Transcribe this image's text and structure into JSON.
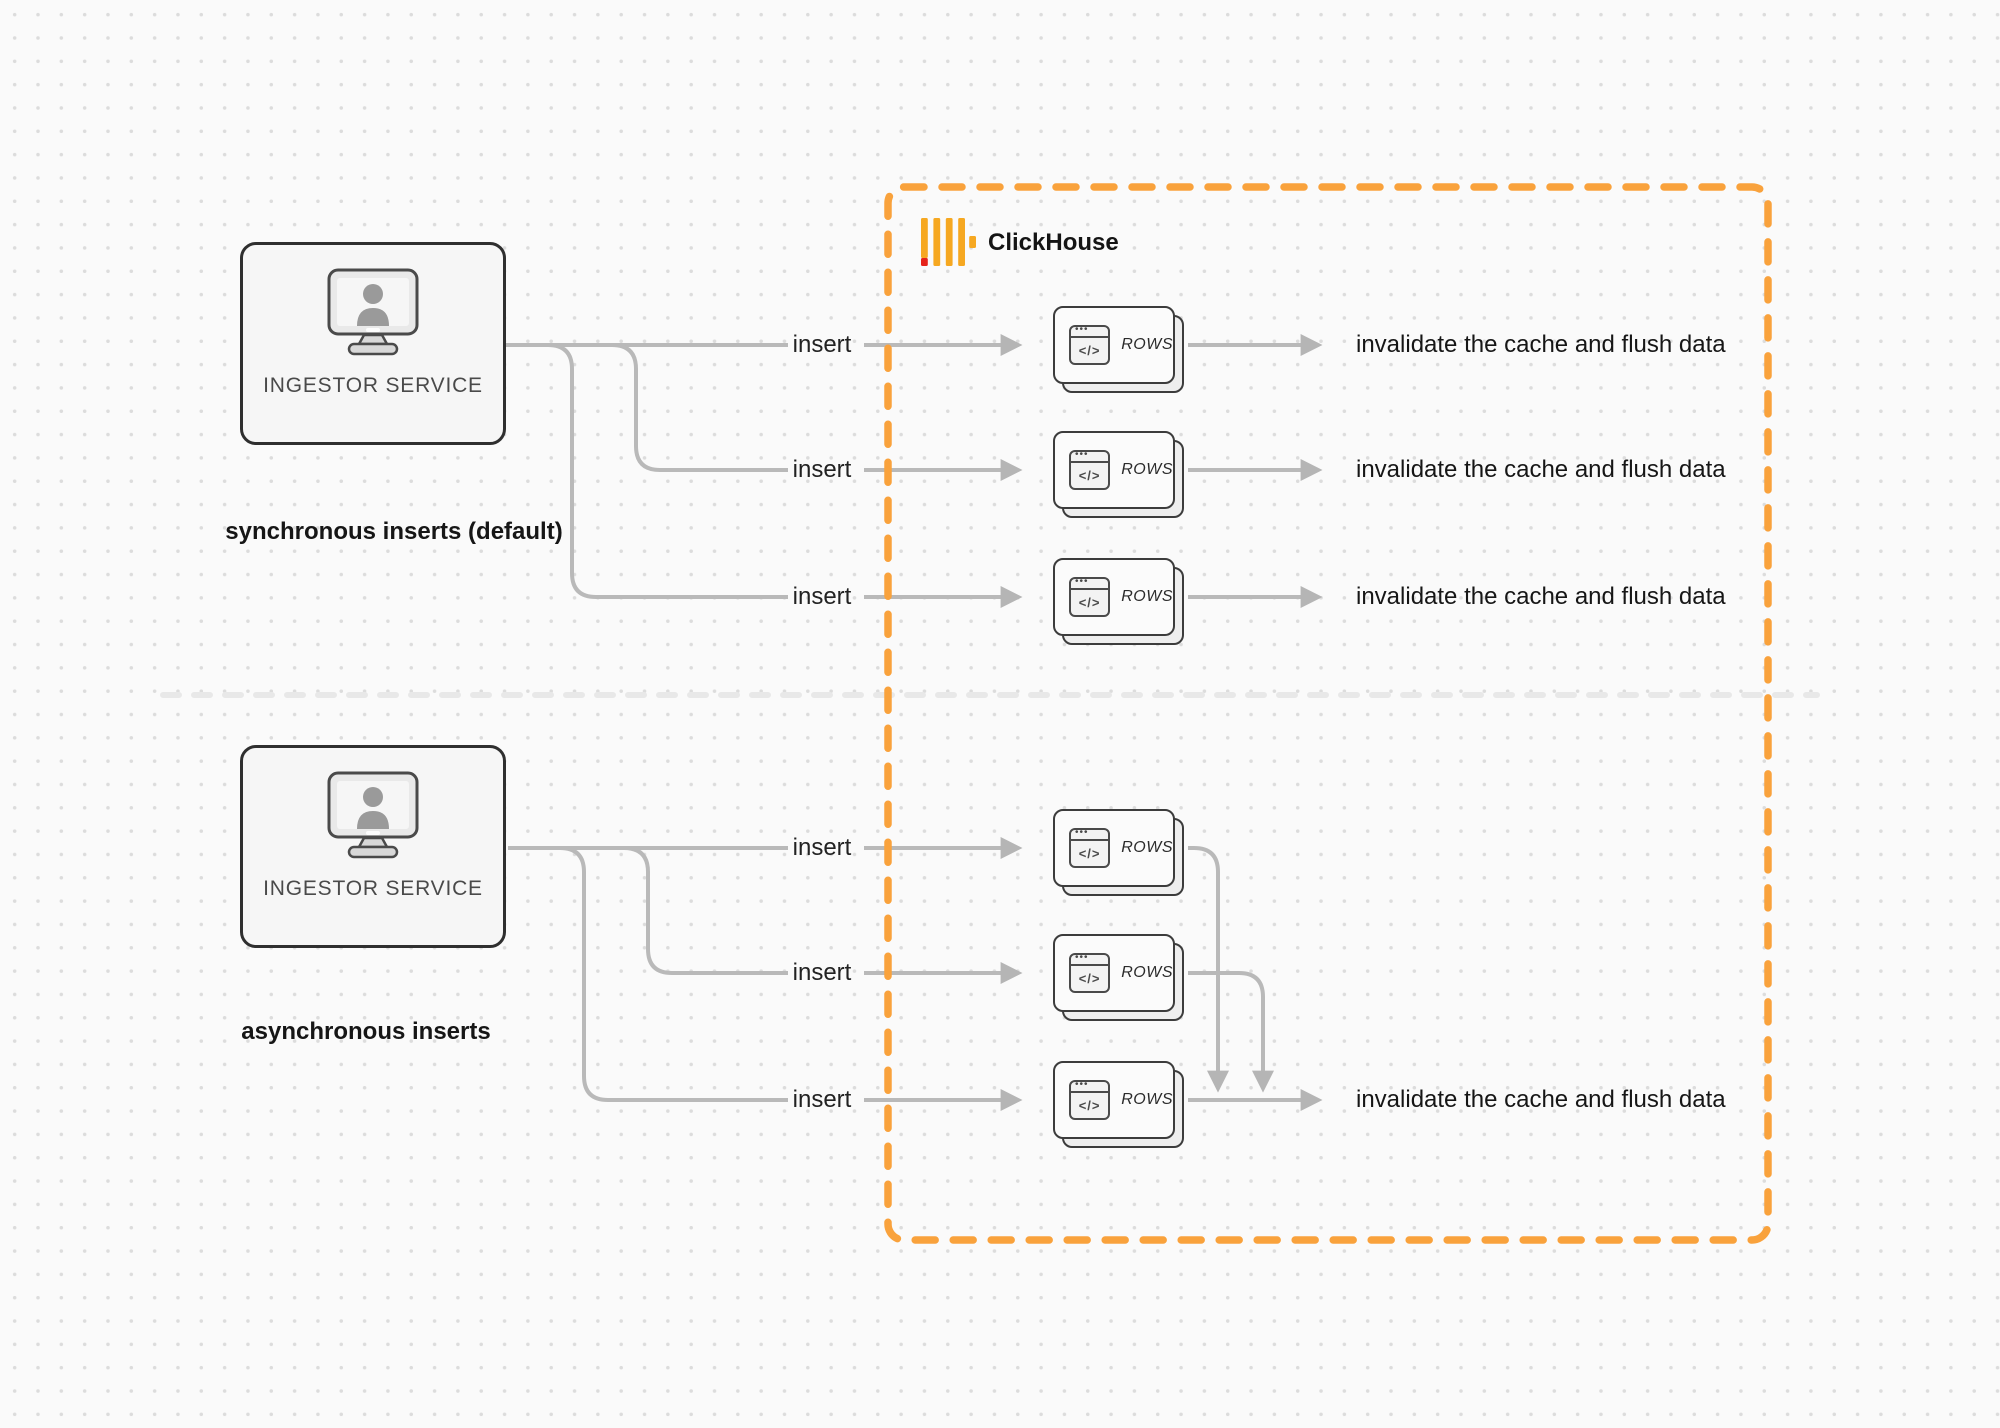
{
  "diagram": {
    "clickhouse_label": "ClickHouse",
    "ingestor_label": "INGESTOR SERVICE",
    "sync_title": "synchronous inserts (default)",
    "async_title": "asynchronous inserts",
    "insert_label": "insert",
    "invalidate_label": "invalidate the cache and flush data",
    "rows_label": "ROWS",
    "code_glyph": "</>",
    "window_dots": "•••",
    "colors": {
      "accent_orange": "#F9A23C",
      "logo_yellow": "#F6A821",
      "logo_red": "#E6231A",
      "connector_gray": "#B5B5B5",
      "divider_gray": "#E8E8E8"
    }
  }
}
